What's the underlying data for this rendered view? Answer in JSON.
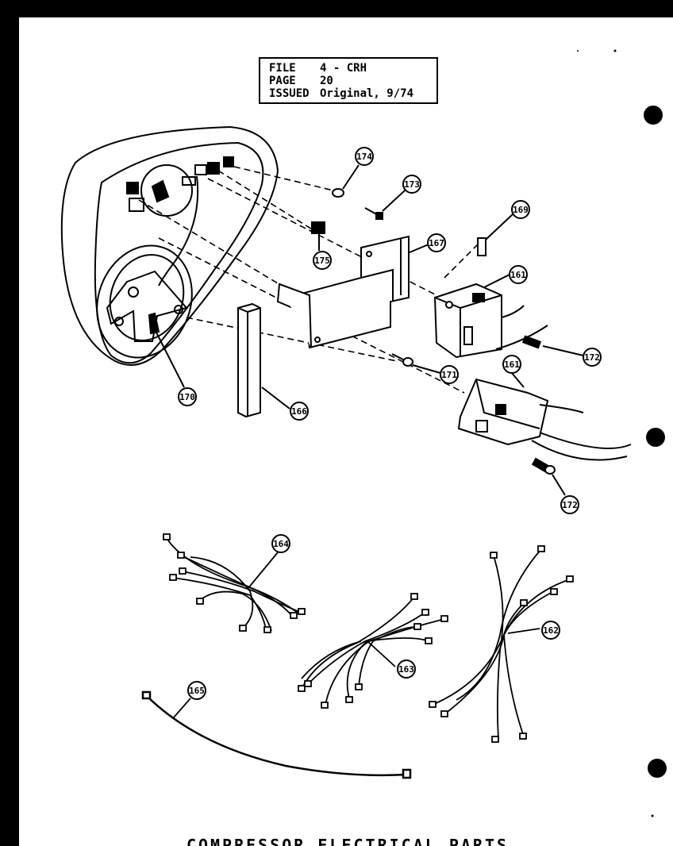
{
  "header": {
    "rows": [
      {
        "label": "FILE",
        "value": "4 - CRH"
      },
      {
        "label": "PAGE",
        "value": "20"
      },
      {
        "label": "ISSUED",
        "value": "Original, 9/74"
      }
    ]
  },
  "callouts": {
    "p161a": "161",
    "p161b": "161",
    "p162": "162",
    "p163": "163",
    "p164": "164",
    "p165": "165",
    "p166": "166",
    "p167": "167",
    "p169": "169",
    "p170": "170",
    "p171": "171",
    "p172a": "172",
    "p172b": "172",
    "p173": "173",
    "p174": "174",
    "p175": "175"
  },
  "caption": "COMPRESSOR ELECTRICAL PARTS",
  "colors": {
    "paper": "#ffffff",
    "ink": "#000000",
    "border": "#000000"
  }
}
